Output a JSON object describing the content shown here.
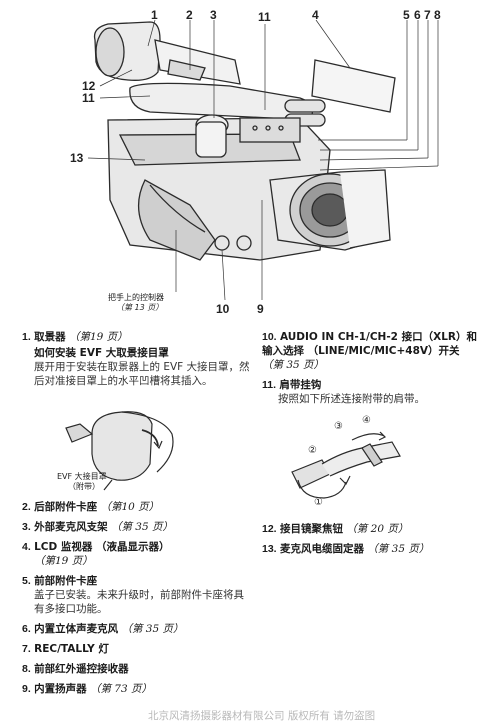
{
  "callouts": {
    "n1": "1",
    "n2": "2",
    "n3": "3",
    "n11a": "11",
    "n4": "4",
    "n5": "5",
    "n6": "6",
    "n7": "7",
    "n8": "8",
    "n12": "12",
    "n11b": "11",
    "n13": "13",
    "n10": "10",
    "n9": "9"
  },
  "figure_labels": {
    "handle_controls": "把手上的控制器",
    "handle_page": "（第 13 页）",
    "evf_eyecup_line1": "EVF 大接目罩",
    "evf_eyecup_line2": "（附带）"
  },
  "left_items": [
    {
      "num": "1.",
      "title": "取景器",
      "page": "（第19 页）",
      "sub": "如何安装 EVF 大取景接目罩",
      "body": "展开用于安装在取景器上的 EVF 大接目罩，然后对准接目罩上的水平凹槽将其插入。"
    },
    {
      "num": "2.",
      "title": "后部附件卡座",
      "page": "（第10 页）"
    },
    {
      "num": "3.",
      "title": "外部麦克风支架",
      "page": "（第 35 页）"
    },
    {
      "num": "4.",
      "title": "LCD 监视器 （液晶显示器）",
      "page": "（第19 页）"
    },
    {
      "num": "5.",
      "title": "前部附件卡座",
      "body": "盖子已安装。未来升级时，前部附件卡座将具有多接口功能。"
    },
    {
      "num": "6.",
      "title": "内置立体声麦克风",
      "page": "（第 35 页）"
    },
    {
      "num": "7.",
      "title": "REC/TALLY 灯"
    },
    {
      "num": "8.",
      "title": "前部红外遥控接收器"
    },
    {
      "num": "9.",
      "title": "内置扬声器",
      "page": "（第 73 页）"
    }
  ],
  "right_items": [
    {
      "num": "10.",
      "title": "AUDIO IN CH-1/CH-2 接口（XLR）和输入选择 （LINE/MIC/MIC+48V）开关",
      "page": "（第 35 页）"
    },
    {
      "num": "11.",
      "title": "肩带挂钩",
      "body": "按照如下所述连接附带的肩带。"
    },
    {
      "num": "12.",
      "title": "接目镜聚焦钮",
      "page": "（第 20 页）"
    },
    {
      "num": "13.",
      "title": "麦克风电缆固定器",
      "page": "（第 35 页）"
    }
  ],
  "strap_steps": {
    "s1": "①",
    "s2": "②",
    "s3": "③",
    "s4": "④"
  },
  "watermark": "北京风清扬摄影器材有限公司 版权所有 请勿盗图"
}
